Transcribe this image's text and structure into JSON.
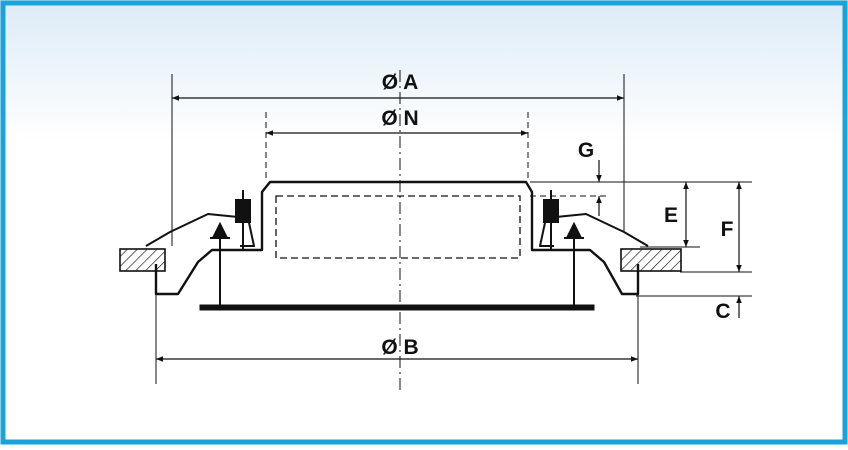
{
  "diagram": {
    "colors": {
      "border": "#1aa3d8",
      "background_top": "#dcebf7",
      "background_bottom": "#ffffff",
      "ink": "#111111"
    },
    "labels": {
      "dim_a": "Ø A",
      "dim_n": "Ø N",
      "dim_b": "Ø B",
      "dim_g": "G",
      "dim_e": "E",
      "dim_f": "F",
      "dim_c": "C"
    }
  }
}
